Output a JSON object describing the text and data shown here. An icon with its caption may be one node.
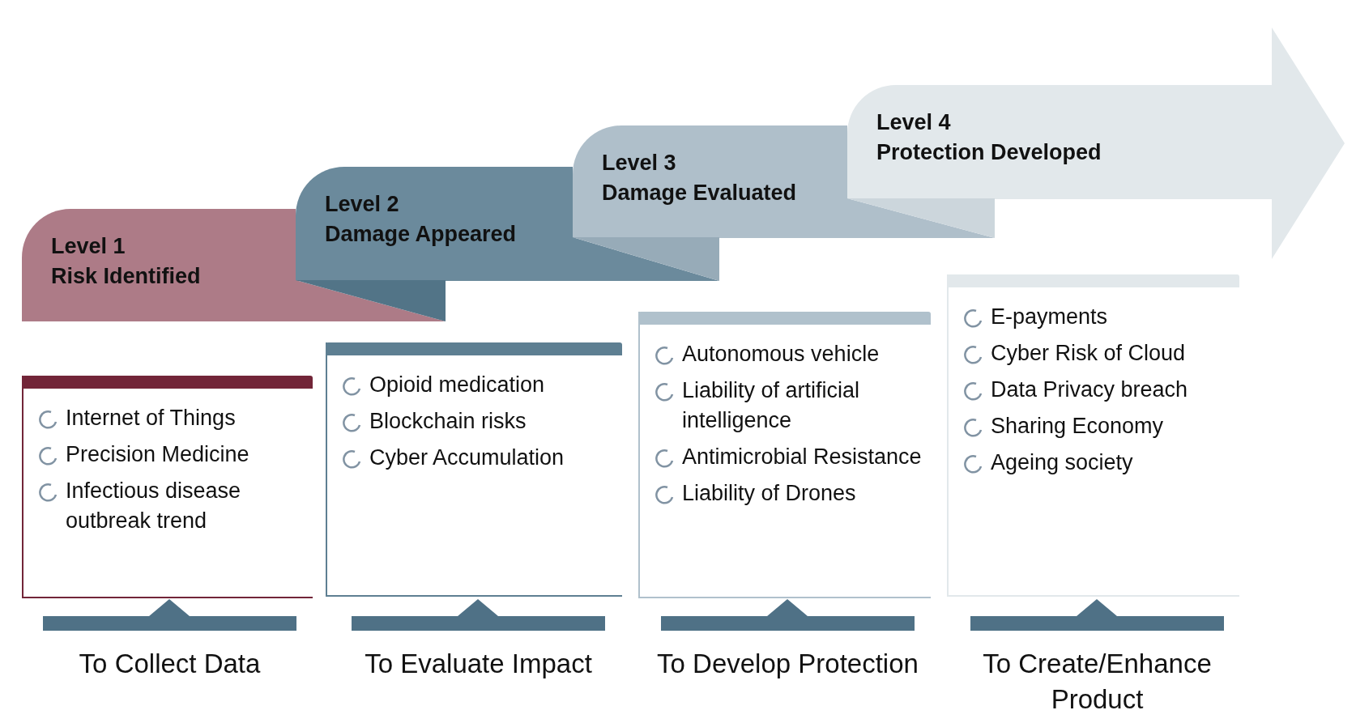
{
  "diagram": {
    "nodes": [
      {
        "text": [
          "Level 1",
          "Risk Identified"
        ]
      },
      {
        "text": [
          "Level 2",
          "Damage Appeared"
        ]
      },
      {
        "text": [
          "Level 3",
          "Damage Evaluated"
        ]
      },
      {
        "text": [
          "Level 4",
          "Protection Developed"
        ]
      },
      {
        "text": [
          "Internet of Things",
          "Precision Medicine",
          "Infectious disease outbreak trend"
        ]
      },
      {
        "text": [
          "Opioid medication",
          "Blockchain risks",
          "Cyber Accumulation"
        ]
      },
      {
        "text": [
          "Autonomous vehicle",
          "Liability of artificial intelligence",
          "Antimicrobial Resistance",
          "Liability of Drones"
        ]
      },
      {
        "text": [
          "E-payments",
          "Cyber Risk of Cloud",
          "Data Privacy breach",
          "Sharing Economy",
          "Ageing society"
        ]
      },
      {
        "text": [],
        "shape": "bar",
        "beside": [
          "To Collect Data"
        ]
      },
      {
        "text": [],
        "shape": "bar",
        "beside": [
          "To Evaluate Impact"
        ]
      },
      {
        "text": [],
        "shape": "bar",
        "beside": [
          "To Develop Protection"
        ]
      },
      {
        "text": [],
        "shape": "bar",
        "beside": [
          "To Create/Enhance Product"
        ]
      }
    ],
    "edges": []
  }
}
